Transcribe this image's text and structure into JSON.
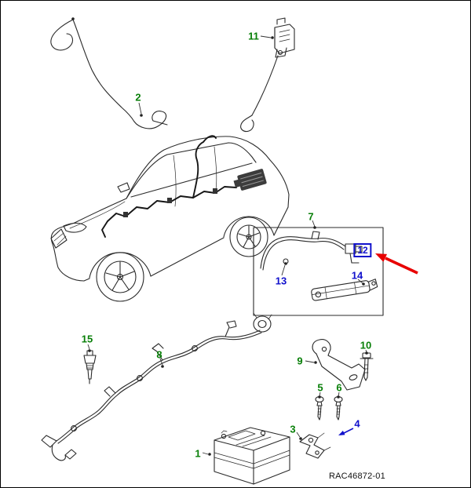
{
  "figure": {
    "code": "RAC46872-01"
  },
  "colors": {
    "callout_green": "#087f08",
    "callout_blue": "#1111cc",
    "pointer_red": "#e80000",
    "line_art": "#2a2a2a"
  },
  "callouts": {
    "c1": {
      "text": "1",
      "color": "green",
      "part": "battery"
    },
    "c2": {
      "text": "2",
      "color": "green",
      "part": "antenna-cable"
    },
    "c3": {
      "text": "3",
      "color": "green",
      "part": "small-bracket"
    },
    "c4": {
      "text": "4",
      "color": "blue",
      "part": "fixing-pointer"
    },
    "c5": {
      "text": "5",
      "color": "green",
      "part": "screw"
    },
    "c6": {
      "text": "6",
      "color": "green",
      "part": "screw"
    },
    "c7": {
      "text": "7",
      "color": "green",
      "part": "harness-assembly-box"
    },
    "c8": {
      "text": "8",
      "color": "green",
      "part": "main-harness"
    },
    "c9": {
      "text": "9",
      "color": "green",
      "part": "mounting-bracket"
    },
    "c10": {
      "text": "10",
      "color": "green",
      "part": "bolt"
    },
    "c11": {
      "text": "11",
      "color": "green",
      "part": "module-bracket"
    },
    "c12": {
      "text": "12",
      "color": "blue",
      "part": "highlighted-connector"
    },
    "c13": {
      "text": "13",
      "color": "blue",
      "part": "link-harness"
    },
    "c14": {
      "text": "14",
      "color": "blue",
      "part": "antenna-amplifier"
    },
    "c15": {
      "text": "15",
      "color": "green",
      "part": "sensor"
    }
  }
}
